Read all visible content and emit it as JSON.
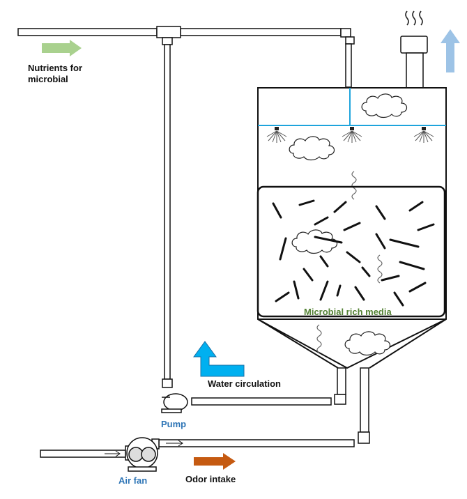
{
  "labels": {
    "nutrients_line1": "Nutrients for",
    "nutrients_line2": "microbial",
    "media": "Microbial rich media",
    "water": "Water circulation",
    "pump": "Pump",
    "air_fan": "Air fan",
    "odor": "Odor intake"
  },
  "colors": {
    "nutrient_arrow": "#a9d18e",
    "exhaust_arrow": "#9dc3e6",
    "water_arrow": "#00b0f0",
    "odor_arrow": "#c55a11",
    "spray_line": "#1ea4dc",
    "media_label": "#548235",
    "component_label": "#2e75b6"
  },
  "icons": [
    "steam-icon",
    "cloud-icon",
    "spray-nozzle-icon",
    "pump-icon",
    "air-fan-icon"
  ]
}
